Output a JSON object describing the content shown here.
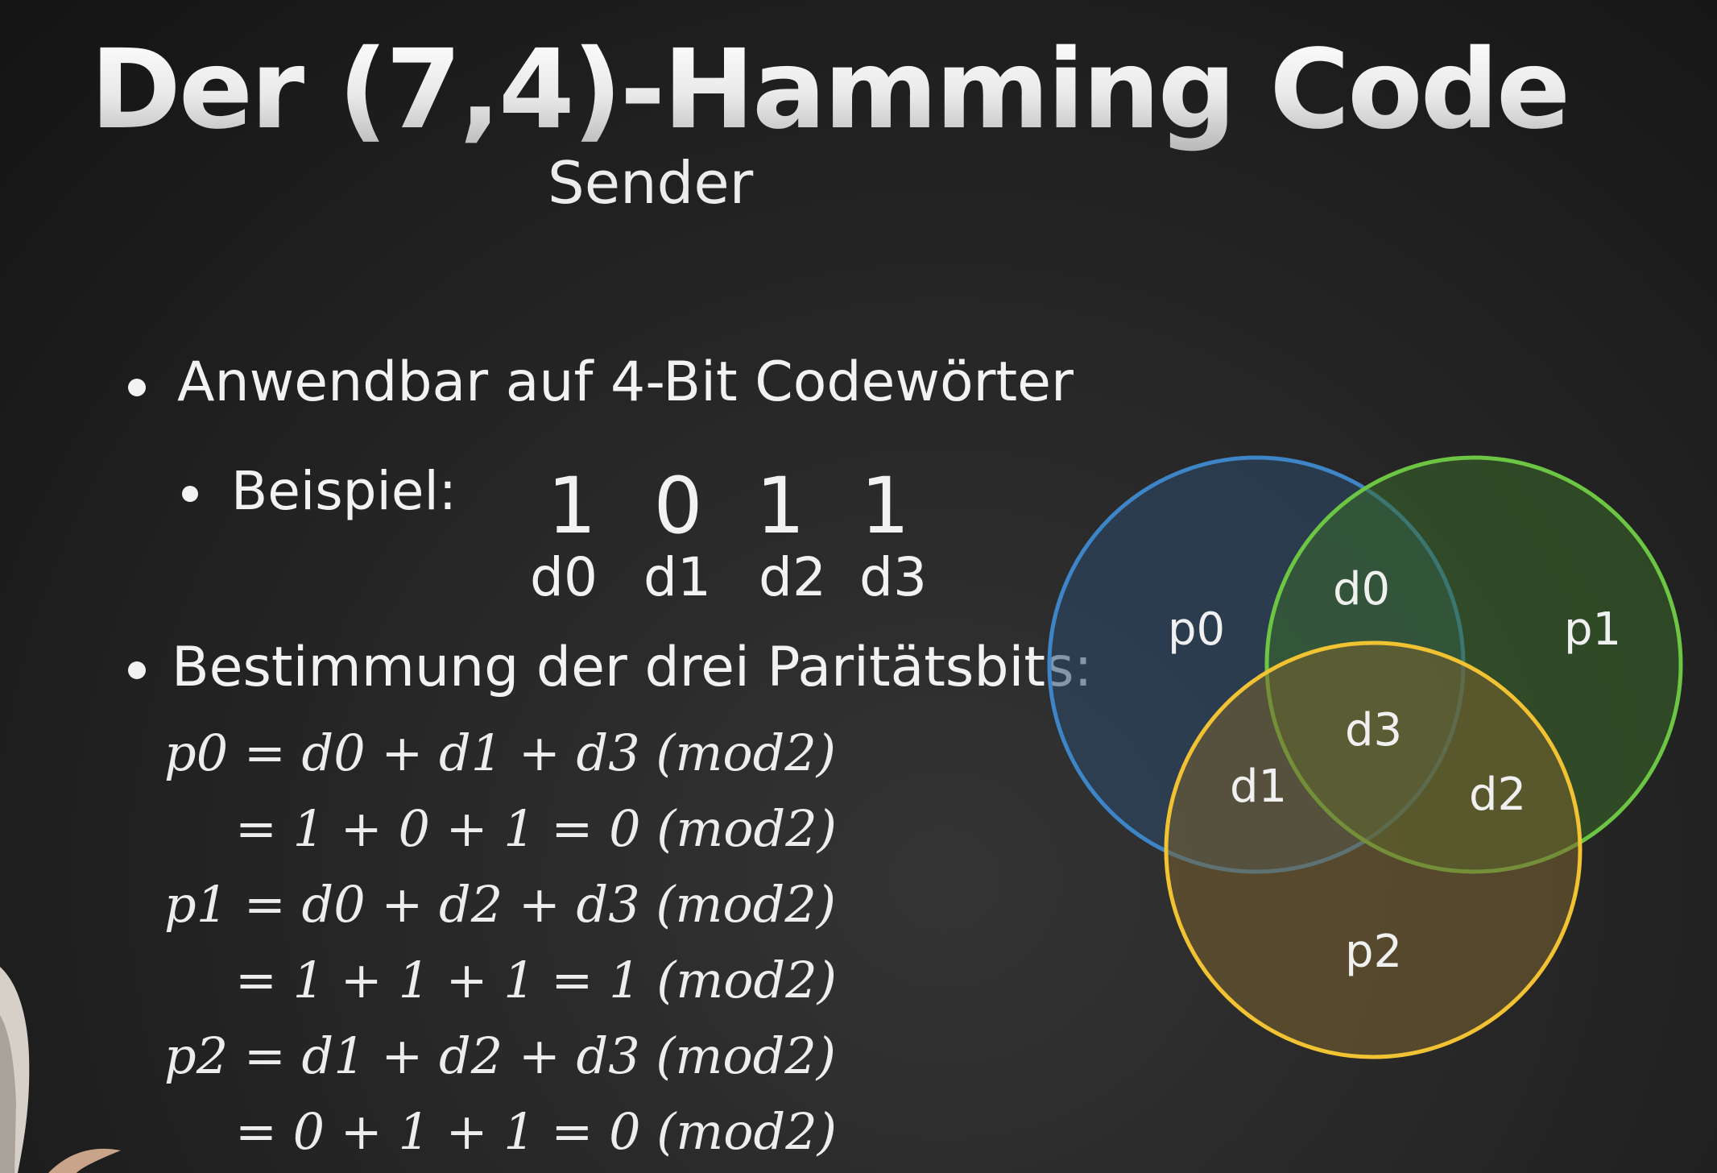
{
  "slide": {
    "title": "Der (7,4)-Hamming Code",
    "subtitle": "Sender"
  },
  "bullets": {
    "first": "Anwendbar auf 4-Bit Codewörter",
    "example_label": "Beispiel:",
    "third": "Bestimmung der drei Paritätsbits:"
  },
  "example_bits": [
    {
      "value": "1",
      "label": "d0"
    },
    {
      "value": "0",
      "label": "d1"
    },
    {
      "value": "1",
      "label": "d2"
    },
    {
      "value": "1",
      "label": "d3"
    }
  ],
  "equations": [
    "p0 = d0 + d1 + d3 (mod2)",
    "= 1 + 0 + 1 = 0 (mod2)",
    "p1 = d0 + d2 + d3 (mod2)",
    "= 1 + 1 + 1 = 1 (mod2)",
    "p2 = d1 + d2 + d3 (mod2)",
    "= 0 + 1 + 1 = 0 (mod2)"
  ],
  "venn": {
    "circles": [
      {
        "name": "p0",
        "color": "#3d85c6",
        "fill": "#2c4a6e"
      },
      {
        "name": "p1",
        "color": "#6cc644",
        "fill": "#3a6a2a"
      },
      {
        "name": "p2",
        "color": "#f1c232",
        "fill": "#7a6230"
      }
    ],
    "regions": {
      "p0": "p0",
      "p1": "p1",
      "p2": "p2",
      "d0": "d0",
      "d1": "d1",
      "d2": "d2",
      "d3": "d3"
    }
  }
}
